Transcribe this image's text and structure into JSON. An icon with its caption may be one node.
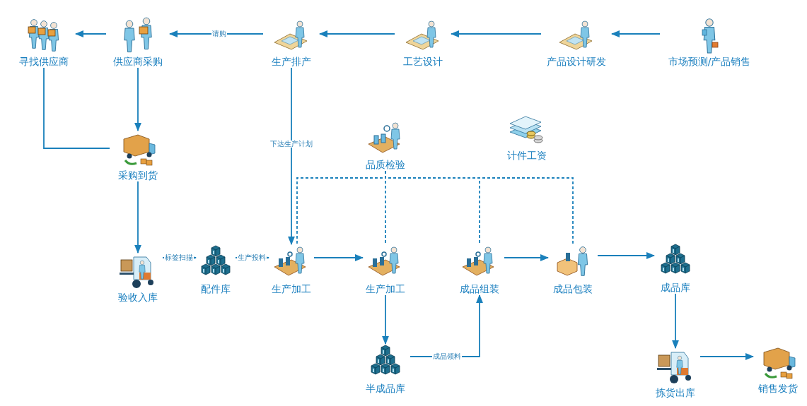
{
  "diagram": {
    "nodes": [
      {
        "text": [
          "市场预测/产品销售"
        ]
      },
      {
        "text": [
          "产品设计研发"
        ]
      },
      {
        "text": [
          "工艺设计"
        ]
      },
      {
        "text": [
          "生产排产"
        ]
      },
      {
        "text": [
          "供应商采购"
        ]
      },
      {
        "text": [
          "寻找供应商"
        ]
      },
      {
        "text": [
          "采购到货"
        ]
      },
      {
        "text": [
          "验收入库"
        ]
      },
      {
        "text": [
          "配件库"
        ]
      },
      {
        "text": [
          "生产加工"
        ]
      },
      {
        "text": [
          "生产加工"
        ]
      },
      {
        "text": [
          "品质检验"
        ]
      },
      {
        "text": [
          "计件工资"
        ]
      },
      {
        "text": [
          "成品组装"
        ]
      },
      {
        "text": [
          "成品包装"
        ]
      },
      {
        "text": [
          "成品库"
        ]
      },
      {
        "text": [
          "半成品库"
        ]
      },
      {
        "text": [
          "拣货出库"
        ]
      },
      {
        "text": [
          "销售发货"
        ]
      }
    ],
    "edges": [
      {
        "from": 0,
        "to": 1,
        "arrow": "to"
      },
      {
        "from": 1,
        "to": 2,
        "arrow": "to"
      },
      {
        "from": 2,
        "to": 3,
        "arrow": "to"
      },
      {
        "from": 3,
        "to": 4,
        "arrow": "to",
        "label": "请购"
      },
      {
        "from": 4,
        "to": 5,
        "arrow": "to"
      },
      {
        "from": 4,
        "to": 6,
        "arrow": "to"
      },
      {
        "from": 5,
        "to": 6,
        "arrow": "none"
      },
      {
        "from": 6,
        "to": 7,
        "arrow": "to"
      },
      {
        "from": 7,
        "to": 8,
        "arrow": "to",
        "label": "标签扫描"
      },
      {
        "from": 8,
        "to": 9,
        "arrow": "to",
        "label": "生产投料"
      },
      {
        "from": 3,
        "to": 9,
        "arrow": "to",
        "label": "下达生产计划"
      },
      {
        "from": 9,
        "to": 10,
        "arrow": "to"
      },
      {
        "from": 10,
        "to": 16,
        "arrow": "to"
      },
      {
        "from": 16,
        "to": 13,
        "arrow": "to",
        "label": "成品领料"
      },
      {
        "from": 13,
        "to": 14,
        "arrow": "to"
      },
      {
        "from": 14,
        "to": 15,
        "arrow": "to"
      },
      {
        "from": 15,
        "to": 17,
        "arrow": "to"
      },
      {
        "from": 17,
        "to": 18,
        "arrow": "to"
      },
      {
        "from": 11,
        "to": 10,
        "arrow": "none",
        "style": "dashed"
      },
      {
        "from": 11,
        "to": 9,
        "arrow": "none",
        "style": "dashed"
      },
      {
        "from": 11,
        "to": 13,
        "arrow": "none",
        "style": "dashed"
      },
      {
        "from": 11,
        "to": 14,
        "arrow": "none",
        "style": "dashed"
      }
    ]
  }
}
